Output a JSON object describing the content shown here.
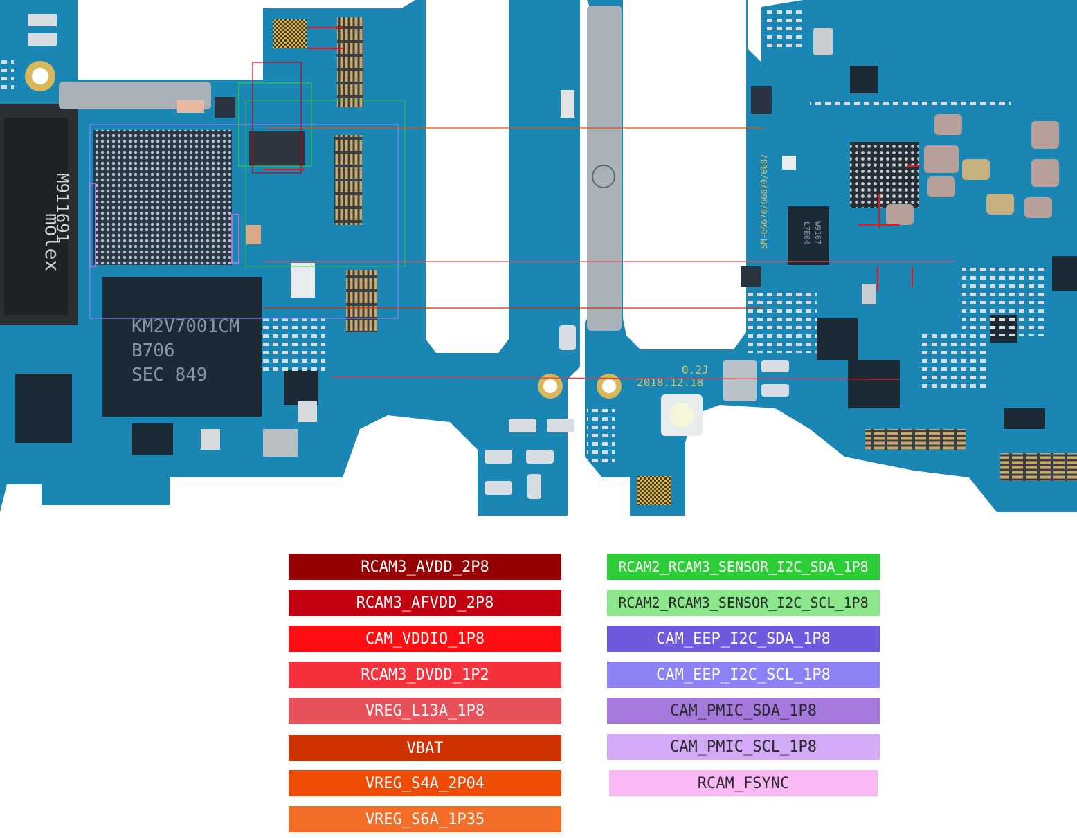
{
  "legend": {
    "left": [
      {
        "label": "RCAM3_AVDD_2P8",
        "color": "#960000"
      },
      {
        "label": "RCAM3_AFVDD_2P8",
        "color": "#c3000f"
      },
      {
        "label": "CAM_VDDIO_1P8",
        "color": "#ff0d12"
      },
      {
        "label": "RCAM3_DVDD_1P2",
        "color": "#f5323c"
      },
      {
        "label": "VREG_L13A_1P8",
        "color": "#e8505a"
      },
      {
        "label": "VBAT",
        "color": "#cd3200"
      },
      {
        "label": "VREG_S4A_2P04",
        "color": "#f04b05"
      },
      {
        "label": "VREG_S6A_1P35",
        "color": "#f56e28"
      }
    ],
    "right": [
      {
        "label": "RCAM2_RCAM3_SENSOR_I2C_SDA_1P8",
        "color": "#2dcd37"
      },
      {
        "label": "RCAM2_RCAM3_SENSOR_I2C_SCL_1P8",
        "color": "#8ce68c"
      },
      {
        "label": "CAM_EEP_I2C_SDA_1P8",
        "color": "#6e5adc"
      },
      {
        "label": "CAM_EEP_I2C_SCL_1P8",
        "color": "#8c82f5"
      },
      {
        "label": "CAM_PMIC_SDA_1P8",
        "color": "#a578dc"
      },
      {
        "label": "CAM_PMIC_SCL_1P8",
        "color": "#d2aaf5"
      },
      {
        "label": "RCAM_FSYNC",
        "color": "#fab9f5"
      }
    ]
  },
  "board": {
    "chip_labels": {
      "memory_chip": [
        "KM2V7001CM",
        "B706",
        "SEC 849"
      ],
      "connector_brand": "molex",
      "connector_code": "M911691",
      "right_board_code": "SM-G6670/G6870/G687",
      "date_code": [
        "0.2J",
        "2018.12.18"
      ],
      "pmic_label": [
        "L7E04",
        "W9107"
      ]
    },
    "colors": {
      "pcb": "#1a86b4",
      "pcb_dark": "#0f6690",
      "chip": "#1c2a36"
    }
  }
}
